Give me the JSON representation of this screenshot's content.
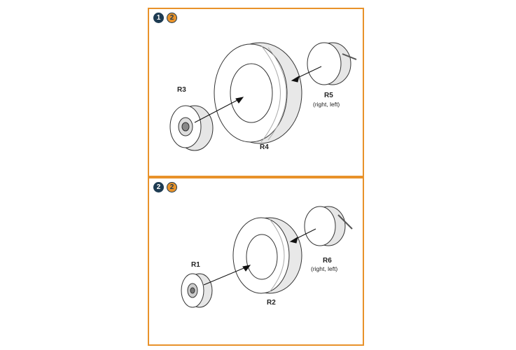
{
  "colors": {
    "frame": "#e8922a",
    "badge_dark": "#1d3b52",
    "badge_ref": "#e8922a"
  },
  "steps": [
    {
      "step_number": "1",
      "ref_number": "2",
      "parts": {
        "hub": "R3",
        "tire": "R4",
        "cap": "R5",
        "cap_note": "(right, left)"
      }
    },
    {
      "step_number": "2",
      "ref_number": "2",
      "parts": {
        "hub": "R1",
        "tire": "R2",
        "cap": "R6",
        "cap_note": "(right, left)"
      }
    }
  ]
}
